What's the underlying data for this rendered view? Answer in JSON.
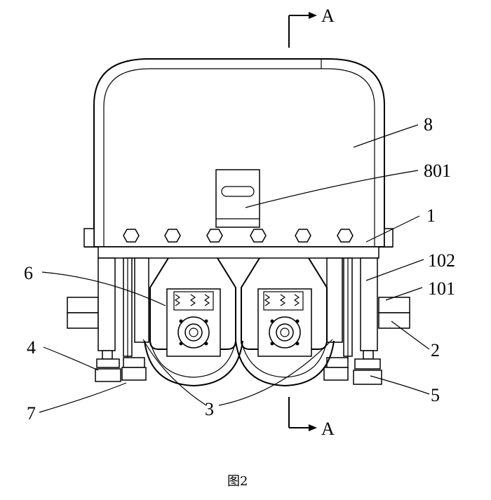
{
  "section_marks": {
    "top": "A",
    "bottom": "A"
  },
  "labels": {
    "p8": "8",
    "p801": "801",
    "p1": "1",
    "p102": "102",
    "p101": "101",
    "p2": "2",
    "p5": "5",
    "p3": "3",
    "p6": "6",
    "p4": "4",
    "p7": "7"
  },
  "caption": "图2"
}
